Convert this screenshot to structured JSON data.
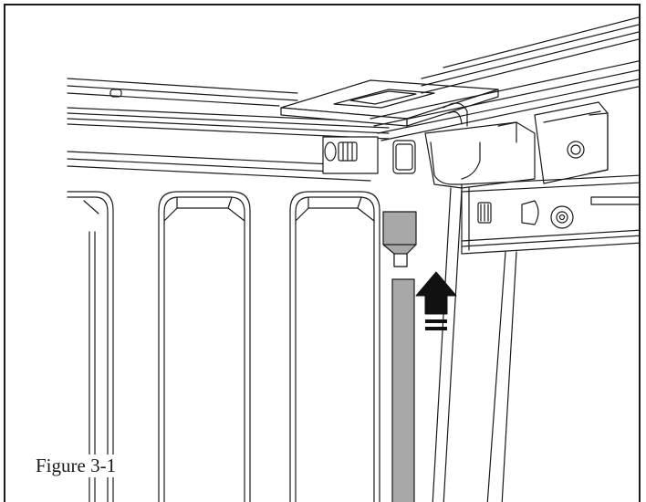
{
  "figure": {
    "caption": "Figure 3-1"
  },
  "colors": {
    "line": "#1a1a1a",
    "background": "#ffffff",
    "tube": "#a8a8a8",
    "arrow": "#111111"
  },
  "parts": {
    "tube_icon": "drain-tube",
    "connector_icon": "drain-funnel-connector",
    "arrow_icon": "push-up-arrow"
  }
}
